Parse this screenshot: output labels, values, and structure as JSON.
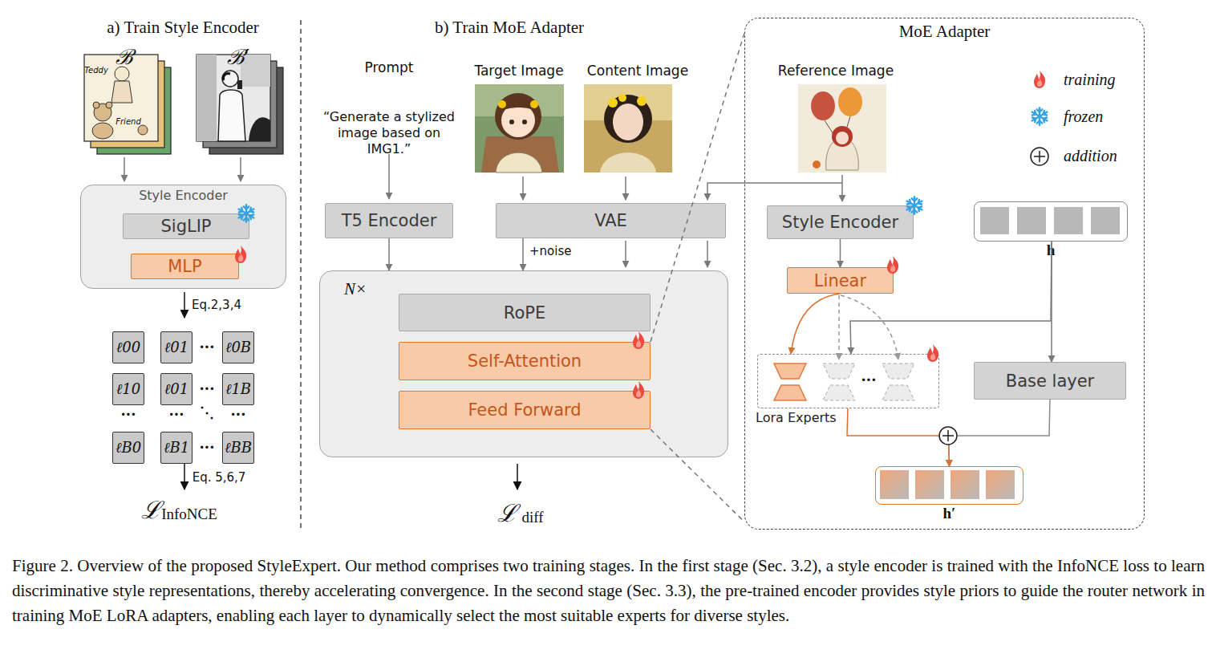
{
  "diagram": {
    "caption": "Figure 2. Overview of the proposed StyleExpert. Our method comprises two training stages. In the first stage (Sec. 3.2), a style encoder is trained with the InfoNCE loss to learn discriminative style representations, thereby accelerating convergence. In the second stage (Sec. 3.3), the pre-trained encoder provides style priors to guide the router network in training MoE LoRA adapters, enabling each layer to dynamically select the most suitable experts for diverse styles.",
    "nodes": [
      {
        "text": [
          "Style Encoder"
        ]
      },
      {
        "text": [
          "SigLIP"
        ],
        "in": 0
      },
      {
        "text": [
          "MLP"
        ],
        "in": 0
      },
      {
        "text": [
          "ℓ00"
        ]
      },
      {
        "text": [
          "ℓ01"
        ]
      },
      {
        "text": [
          "ℓ0B"
        ]
      },
      {
        "text": [
          "ℓ10"
        ]
      },
      {
        "text": [
          "ℓ01"
        ]
      },
      {
        "text": [
          "ℓ1B"
        ]
      },
      {
        "text": [
          "ℓB0"
        ]
      },
      {
        "text": [
          "ℓB1"
        ]
      },
      {
        "text": [
          "ℓBB"
        ]
      },
      {
        "text": [
          "T5 Encoder"
        ]
      },
      {
        "text": [
          "VAE"
        ]
      },
      {
        "text": [
          "N×"
        ]
      },
      {
        "text": [
          "RoPE"
        ],
        "in": 14
      },
      {
        "text": [
          "Self-Attention"
        ],
        "in": 14
      },
      {
        "text": [
          "Feed Forward"
        ],
        "in": 14
      },
      {
        "text": [
          "MoE Adapter"
        ]
      },
      {
        "text": [
          "Style Encoder"
        ],
        "in": 18
      },
      {
        "text": [
          "Linear"
        ],
        "in": 18
      },
      {
        "text": [
          "Lora Experts"
        ],
        "in": 18
      },
      {
        "text": [
          "h"
        ],
        "in": 18
      },
      {
        "text": [
          "Base layer"
        ],
        "in": 18
      },
      {
        "text": [
          "h′"
        ],
        "in": 18
      }
    ],
    "edges": [
      {
        "from": 12,
        "to": 14,
        "arrow": "to"
      },
      {
        "from": 13,
        "to": 14,
        "label": "+noise",
        "arrow": "to"
      },
      {
        "from": 16,
        "to": 18,
        "arrow": "none"
      },
      {
        "from": 17,
        "to": 18,
        "arrow": "none"
      },
      {
        "from": 19,
        "to": 20,
        "arrow": "to"
      },
      {
        "from": 20,
        "to": 21,
        "arrow": "to"
      },
      {
        "from": 22,
        "to": 23,
        "arrow": "to"
      },
      {
        "from": 22,
        "to": 21,
        "arrow": "to"
      },
      {
        "from": 23,
        "to": 24,
        "arrow": "to"
      },
      {
        "from": 21,
        "to": 24,
        "arrow": "to"
      }
    ],
    "labels": [
      "a) Train Style Encoder",
      "ℬ",
      "ℬ′",
      "Teddy",
      "Friend",
      "Eq.2,3,4",
      "···",
      "···",
      "···",
      "···",
      "···",
      "···",
      "⋱",
      "Eq. 5,6,7",
      "ℒ",
      "InfoNCE",
      "b) Train MoE Adapter",
      "Prompt",
      "“Generate a stylized image based on IMG1.”",
      "Target Image",
      "Content Image",
      "ℒ",
      "diff",
      "Reference Image",
      "···"
    ],
    "legend": [
      {
        "text": "training"
      },
      {
        "text": "frozen"
      },
      {
        "text": "addition"
      }
    ]
  }
}
